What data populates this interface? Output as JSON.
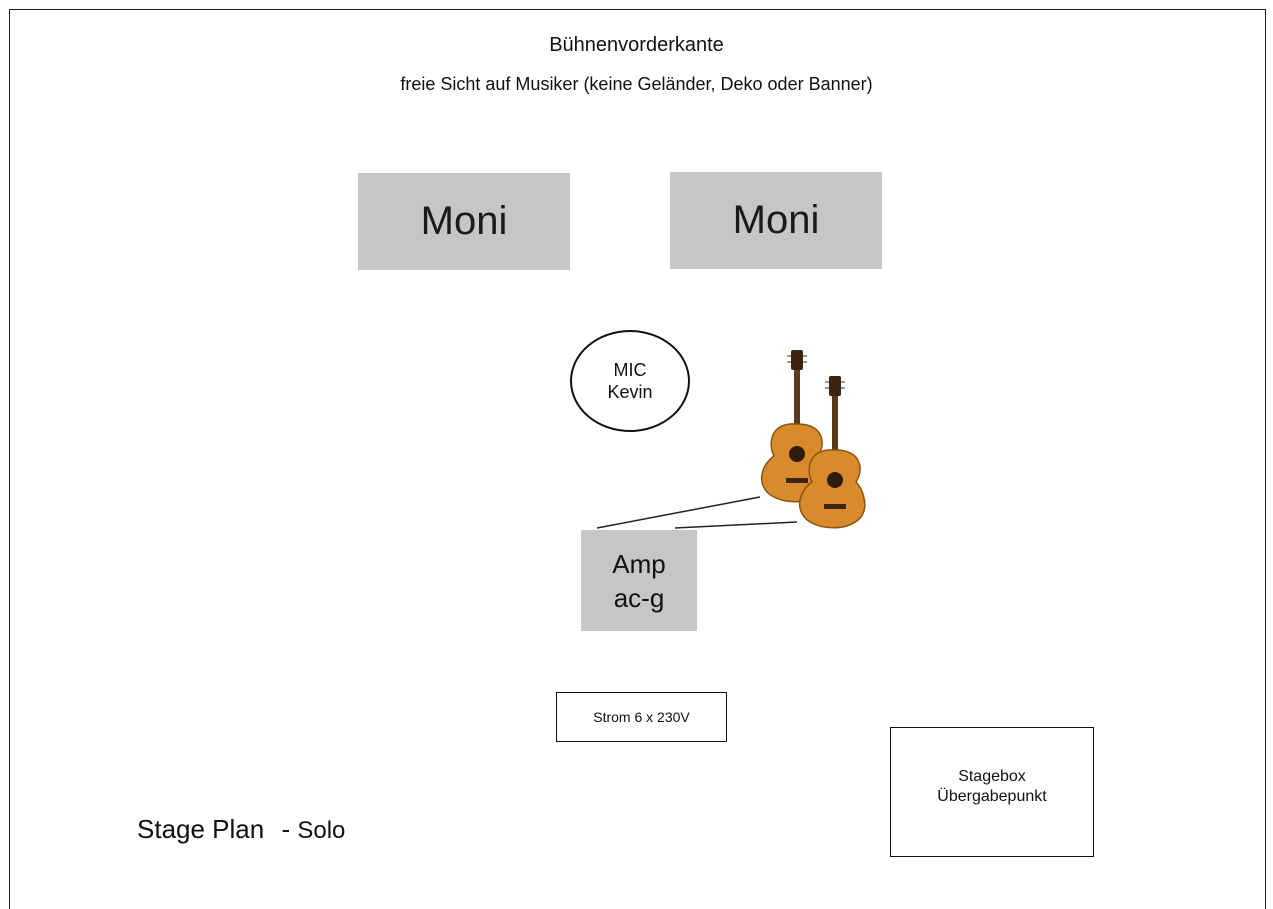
{
  "header": {
    "title": "Bühnenvorderkante",
    "subtitle": "freie Sicht auf Musiker (keine Geländer, Deko oder Banner)"
  },
  "monitors": [
    {
      "label": "Moni"
    },
    {
      "label": "Moni"
    }
  ],
  "mic": {
    "line1": "MIC",
    "line2": "Kevin"
  },
  "amp": {
    "line1": "Amp",
    "line2": "ac-g"
  },
  "power": {
    "label": "Strom 6 x 230V"
  },
  "stagebox": {
    "line1": "Stagebox",
    "line2": "Übergabepunkt"
  },
  "plan": {
    "title": "Stage Plan",
    "separator": "-",
    "variant": "Solo"
  },
  "icons": {
    "guitar": "acoustic-guitar-icon"
  },
  "colors": {
    "box_fill": "#c6c6c6",
    "guitar_body": "#d98a2b",
    "guitar_neck": "#5a3a1c"
  }
}
